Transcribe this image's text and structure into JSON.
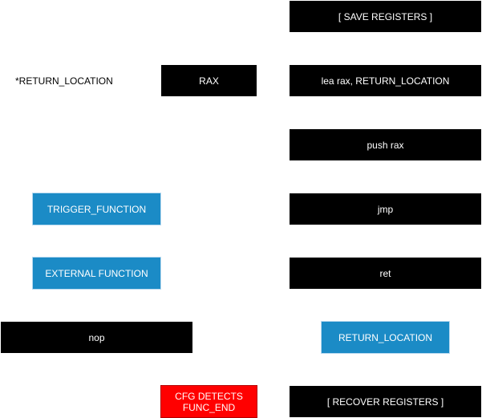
{
  "colors": {
    "instruction_box": "#000000",
    "function_box": "#1b8bc6",
    "alert_box": "#ff0000",
    "text_on_box": "#ffffff",
    "label_text": "#000000"
  },
  "left_column": {
    "return_location_pointer_label": "*RETURN_LOCATION",
    "rax_register": "RAX",
    "trigger_function": "TRIGGER_FUNCTION",
    "external_function": "EXTERNAL FUNCTION",
    "nop_instruction": "nop",
    "cfg_detects": "CFG DETECTS\nFUNC_END"
  },
  "right_column": {
    "save_registers": "[ SAVE REGISTERS ]",
    "lea_instruction": "lea rax, RETURN_LOCATION",
    "push_instruction": "push rax",
    "jmp_instruction": "jmp",
    "ret_instruction": "ret",
    "return_location": "RETURN_LOCATION",
    "recover_registers": "[ RECOVER REGISTERS ]"
  }
}
